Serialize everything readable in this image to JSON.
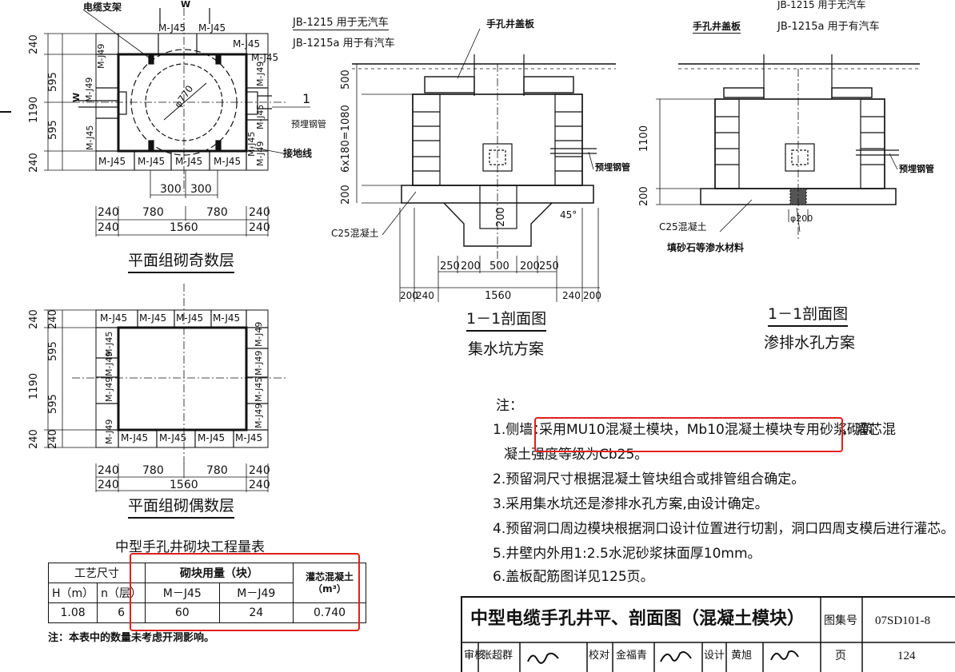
{
  "plan_odd": {
    "labels": {
      "cable_bracket": "电缆支架",
      "w": "W",
      "prewired_tube": "预埋钢管",
      "ground_wire": "接地线",
      "one": "1",
      "diam": "φ770"
    },
    "top_blocks": [
      "M-J45",
      "M-J45",
      "M-J45"
    ],
    "bottom_blocks": [
      "M-J45",
      "M-J45",
      "M-J45",
      "M-J45",
      "M-J45"
    ],
    "left_blocks": [
      "M-J49",
      "M-J49",
      "M-J45"
    ],
    "right_blocks": [
      "M-J45",
      "M-J49",
      "M-J45",
      "M-J49"
    ],
    "dims_left": [
      "240",
      "595",
      "1190",
      "595",
      "240"
    ],
    "dims_bottom": [
      "300",
      "300",
      "240",
      "780",
      "780",
      "240",
      "240",
      "1560",
      "240"
    ],
    "caption": "平面组砌奇数层"
  },
  "plan_even": {
    "top_blocks": [
      "M-J45",
      "M-J45",
      "M-J45",
      "M-J45"
    ],
    "bottom_blocks": [
      "M-J45",
      "M-J45",
      "M-J45",
      "M-J45"
    ],
    "left_blocks": [
      "M-J45",
      "M-J49",
      "M-J49",
      "M-J49"
    ],
    "right_blocks": [
      "M-J49",
      "M-J49",
      "M-J45",
      "M-J49"
    ],
    "dims_left": [
      "240",
      "240",
      "595",
      "1190",
      "595",
      "240",
      "240"
    ],
    "dims_bottom": [
      "240",
      "780",
      "780",
      "240",
      "240",
      "1560",
      "240"
    ],
    "caption": "平面组砌偶数层"
  },
  "section_sump": {
    "cover_label": "手孔井盖板",
    "jb1": "JB-1215 用于无汽车",
    "jb2": "JB-1215a 用于有汽车",
    "dims_left": [
      "500",
      "6x180=1080",
      "200"
    ],
    "prewired_tube": "预埋钢管",
    "concrete": "C25混凝土",
    "angle": "45°",
    "pit_depth": "200",
    "dims_bottom": [
      "250",
      "200",
      "500",
      "200",
      "250",
      "200",
      "240",
      "1560",
      "240",
      "200"
    ],
    "caption1": "1－1剖面图",
    "caption2": "集水坑方案"
  },
  "section_seep": {
    "cover_label": "手孔井盖板",
    "jb1": "JB-1215 用于无汽车",
    "jb2": "JB-1215a 用于有汽车",
    "dims_left": [
      "1100",
      "200"
    ],
    "prewired_tube": "预埋钢管",
    "concrete": "C25混凝土",
    "hole": "φ200",
    "filler": "填砂石等渗水材料",
    "caption1": "1－1剖面图",
    "caption2": "渗排水孔方案"
  },
  "notes": {
    "title": "注：",
    "n1_pre": "1.侧墙：",
    "n1_hl": "采用MU10混凝土模块，Mb10混凝土模块专用砂浆砌筑",
    "n1_post": "，灌芯混",
    "n1_cont": "凝土强度等级为Cb25。",
    "n2": "2.预留洞尺寸根据混凝土管块组合或排管组合确定。",
    "n3": "3.采用集水坑还是渗排水孔方案,由设计确定。",
    "n4": "4.预留洞口周边模块根据洞口设计位置进行切割，洞口四周支模后进行灌芯。",
    "n5": "5.井壁内外用1:2.5水泥砂浆抹面厚10mm。",
    "n6": "6.盖板配筋图详见125页。"
  },
  "quantity_table": {
    "title": "中型手孔井砌块工程量表",
    "h_size": "工艺尺寸",
    "h_usage": "砌块用量（块）",
    "h_concrete_1": "灌芯混凝土",
    "h_concrete_2": "（m³）",
    "h_h": "H（m）",
    "h_n": "n（层）",
    "h_j45": "M－J45",
    "h_j49": "M－J49",
    "row": [
      "1.08",
      "6",
      "60",
      "24",
      "0.740"
    ],
    "footnote": "注：本表中的数量未考虑开洞影响。"
  },
  "title_block": {
    "title": "中型电缆手孔井平、剖面图（混凝土模块）",
    "atlas_label": "图集号",
    "atlas_no": "07SD101-8",
    "page_label": "页",
    "page_no": "124",
    "review_label": "审核",
    "reviewer": "张超群",
    "check_label": "校对",
    "checker": "金福青",
    "design_label": "设计",
    "designer": "黄旭"
  },
  "colors": {
    "highlight": "#e0201c",
    "ink": "#111111"
  }
}
